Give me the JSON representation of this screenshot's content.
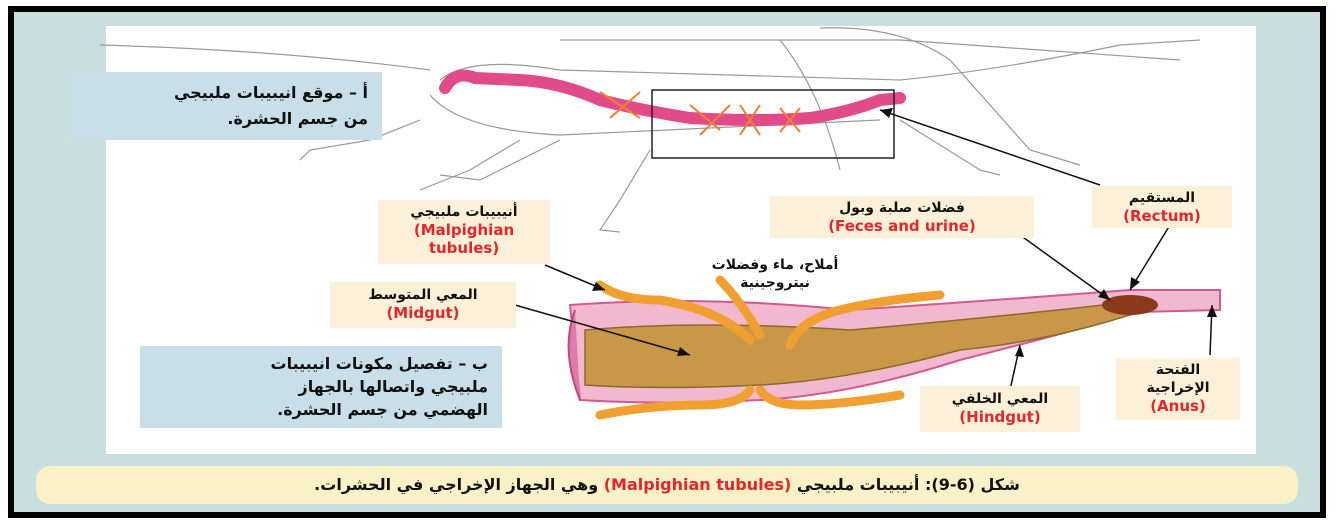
{
  "colors": {
    "frame_bg": "#c9dfdf",
    "panel": "#c8dfe9",
    "label_bg": "#fdf0d8",
    "caption_bg": "#fbf1c7",
    "accent_red": "#e3262b",
    "gut_pink": "#e24b8a",
    "tubule_orange": "#f0a030"
  },
  "panel_a": {
    "line1": "أ – موقع انيبيبات ملبيجي",
    "line2": "من جسم الحشرة."
  },
  "panel_b": {
    "line1": "ب – تفصيل مكونات انيبيبات",
    "line2": "ملبيجي واتصالها بالجهاز",
    "line3": "الهضمي من جسم الحشرة."
  },
  "labels": {
    "malpighian": {
      "ar": "أنيبيبات ملبيجي",
      "en1": "(Malpighian",
      "en2": "tubules)"
    },
    "feces": {
      "ar": "فضلات صلبة وبول",
      "en": "(Feces and urine)"
    },
    "rectum": {
      "ar": "المستقيم",
      "en": "(Rectum)"
    },
    "midgut": {
      "ar": "المعي المتوسط",
      "en": "(Midgut)"
    },
    "salts": {
      "line1": "أملاح، ماء وفضلات",
      "line2": "نيتروجينية"
    },
    "hindgut": {
      "ar": "المعي الخلفي",
      "en": "(Hindgut)"
    },
    "anus": {
      "ar1": "الفتحة",
      "ar2": "الإخراجية",
      "en": "(Anus)"
    }
  },
  "caption": {
    "prefix": "شكل (6-9):",
    "text_ar1": "أنيبيبات ملبيجي",
    "text_en": "(Malpighian tubules)",
    "text_ar2": "وهي الجهاز الإخراجي في الحشرات."
  }
}
